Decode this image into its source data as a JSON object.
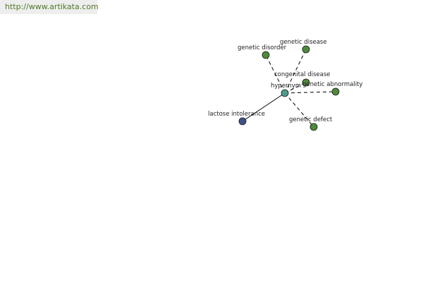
{
  "header": {
    "url": "http://www.artikata.com"
  },
  "graph": {
    "colors": {
      "center": "#4e9a8c",
      "related": "#4e8a3c",
      "source": "#40508a",
      "edge": "#000000"
    },
    "center": {
      "label": "hypernym"
    },
    "source": {
      "label": "lactose intolerance"
    },
    "related": [
      {
        "label": "genetic disorder"
      },
      {
        "label": "genetic disease"
      },
      {
        "label": "congenital disease"
      },
      {
        "label": "genetic abnormality"
      },
      {
        "label": "genetic defect"
      }
    ]
  }
}
